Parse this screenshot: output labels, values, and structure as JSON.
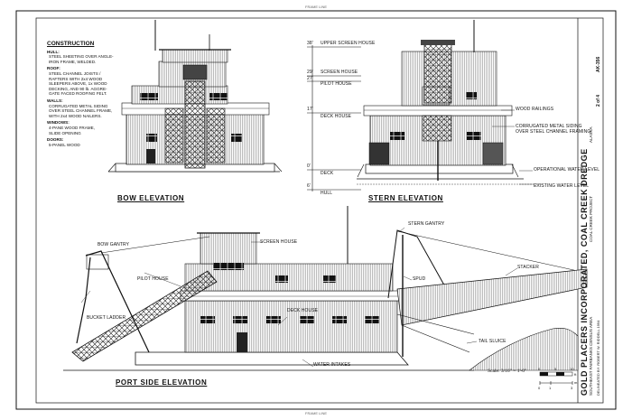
{
  "header": {
    "top": "FRAME LINE",
    "bottom": "FRAME LINE"
  },
  "spec": {
    "heading": "CONSTRUCTION",
    "sections": [
      {
        "title": "HULL:",
        "lines": [
          "STEEL SHEETING OVER ANGLE-",
          "IRON FRAME, WELDED."
        ]
      },
      {
        "title": "ROOF:",
        "lines": [
          "STEEL CHANNEL JOISTS /",
          "RAFTERS WITH 2x4 WOOD",
          "SLEEPERS ABOVE, 1x WOOD",
          "DECKING, AND 90 lb. AGGRE-",
          "GATE FACED ROOFING FELT."
        ]
      },
      {
        "title": "WALLS:",
        "lines": [
          "CORRUGATED METAL SIDING",
          "OVER STEEL CHANNEL FRAME,",
          "WITH 2x4 WOOD NAILERS."
        ]
      },
      {
        "title": "WINDOWS:",
        "lines": [
          "4-PANE WOOD FRAME,",
          "SLIDE OPENING"
        ]
      },
      {
        "title": "DOORS:",
        "lines": [
          "5-PANEL WOOD"
        ]
      }
    ]
  },
  "levels": [
    {
      "value": "38'",
      "label": "UPPER SCREEN HOUSE"
    },
    {
      "value": "29'",
      "label": "SCREEN HOUSE"
    },
    {
      "value": "27'",
      "label": "PILOT HOUSE"
    },
    {
      "value": "17'",
      "label": "DECK HOUSE"
    },
    {
      "value": "0'",
      "label": "DECK"
    },
    {
      "value": "6'",
      "label": "HULL"
    }
  ],
  "titles": {
    "bow": "BOW ELEVATION",
    "stern": "STERN ELEVATION",
    "port": "PORT SIDE ELEVATION"
  },
  "stern_notes": {
    "railings": "WOOD RAILINGS",
    "siding": [
      "CORRUGATED METAL SIDING",
      "OVER STEEL CHANNEL FRAMING"
    ],
    "operational": "OPERATIONAL WATER LEVEL",
    "existing": "EXISTING WATER LEVEL"
  },
  "port_notes": {
    "bow_gantry": "BOW GANTRY",
    "pilot_house": "PILOT HOUSE",
    "bucket_ladder": "BUCKET LADDER",
    "screen_house": "SCREEN HOUSE",
    "deck_house": "DECK HOUSE",
    "water_intakes": "WATER INTAKES",
    "stern_gantry": "STERN GANTRY",
    "spud": "SPUD",
    "stacker": "STACKER",
    "tail_sluice": "TAIL SLUICE"
  },
  "scale": {
    "label": "Scale: 3/16\" = 1'-0\"",
    "feet_ticks": [
      "0",
      "5",
      "10"
    ],
    "feet_unit": "ft",
    "m_ticks": [
      "0",
      "1",
      "3"
    ],
    "m_unit": "m"
  },
  "title_block": {
    "main": "GOLD PLACERS INCORPORATED, COAL CREEK DREDGE",
    "sub": "COAL CREEK PROJECT",
    "state": "ALASKA",
    "region": "SOUTHEAST FAIRBANKS CENSUS AREA",
    "credit": "DELINEATED BY: ROBERT W. RIDDELL 1994",
    "sheet": "2 of 4",
    "code": "AK-356"
  }
}
